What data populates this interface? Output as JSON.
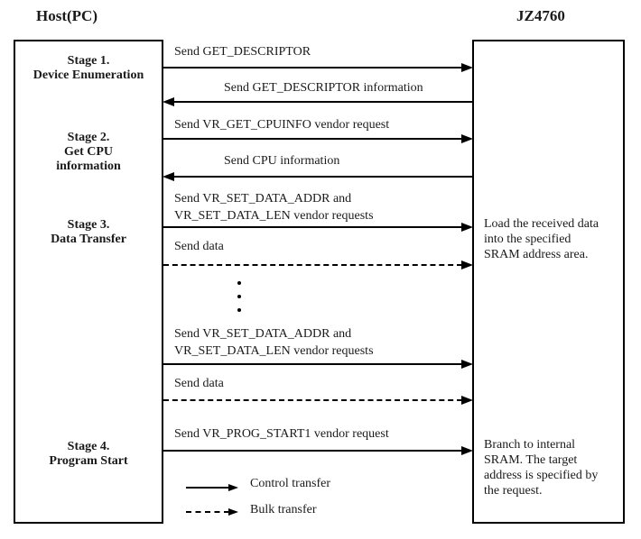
{
  "titles": {
    "host": "Host(PC)",
    "device": "JZ4760"
  },
  "stages": [
    {
      "lines": [
        "Stage 1.",
        "Device Enumeration"
      ]
    },
    {
      "lines": [
        "Stage 2.",
        "Get CPU",
        "information"
      ]
    },
    {
      "lines": [
        "Stage 3.",
        "Data Transfer"
      ]
    },
    {
      "lines": [
        "Stage 4.",
        "Program Start"
      ]
    }
  ],
  "messages": [
    {
      "lines": [
        "Send GET_DESCRIPTOR"
      ],
      "direction": "right",
      "transfer": "control"
    },
    {
      "lines": [
        "Send GET_DESCRIPTOR information"
      ],
      "direction": "left",
      "transfer": "control"
    },
    {
      "lines": [
        "Send VR_GET_CPUINFO vendor request"
      ],
      "direction": "right",
      "transfer": "control"
    },
    {
      "lines": [
        "Send CPU information"
      ],
      "direction": "left",
      "transfer": "control"
    },
    {
      "lines": [
        "Send VR_SET_DATA_ADDR and",
        "VR_SET_DATA_LEN vendor requests"
      ],
      "direction": "right",
      "transfer": "control"
    },
    {
      "lines": [
        "Send data"
      ],
      "direction": "right",
      "transfer": "bulk"
    },
    {
      "lines": [
        "Send VR_SET_DATA_ADDR and",
        "VR_SET_DATA_LEN vendor requests"
      ],
      "direction": "right",
      "transfer": "control"
    },
    {
      "lines": [
        "Send data"
      ],
      "direction": "right",
      "transfer": "bulk"
    },
    {
      "lines": [
        "Send VR_PROG_START1 vendor request"
      ],
      "direction": "right",
      "transfer": "control"
    }
  ],
  "annotations": [
    {
      "lines": [
        "Load the received data",
        "into the specified",
        "SRAM address area."
      ]
    },
    {
      "lines": [
        "Branch to internal",
        "SRAM. The target",
        "address is specified by",
        "the request."
      ]
    }
  ],
  "legend": [
    {
      "label": "Control transfer",
      "style": "solid"
    },
    {
      "label": "Bulk transfer",
      "style": "dashed"
    }
  ],
  "colors": {
    "line": "#000000",
    "text": "#1b1a19",
    "background": "#ffffff"
  }
}
